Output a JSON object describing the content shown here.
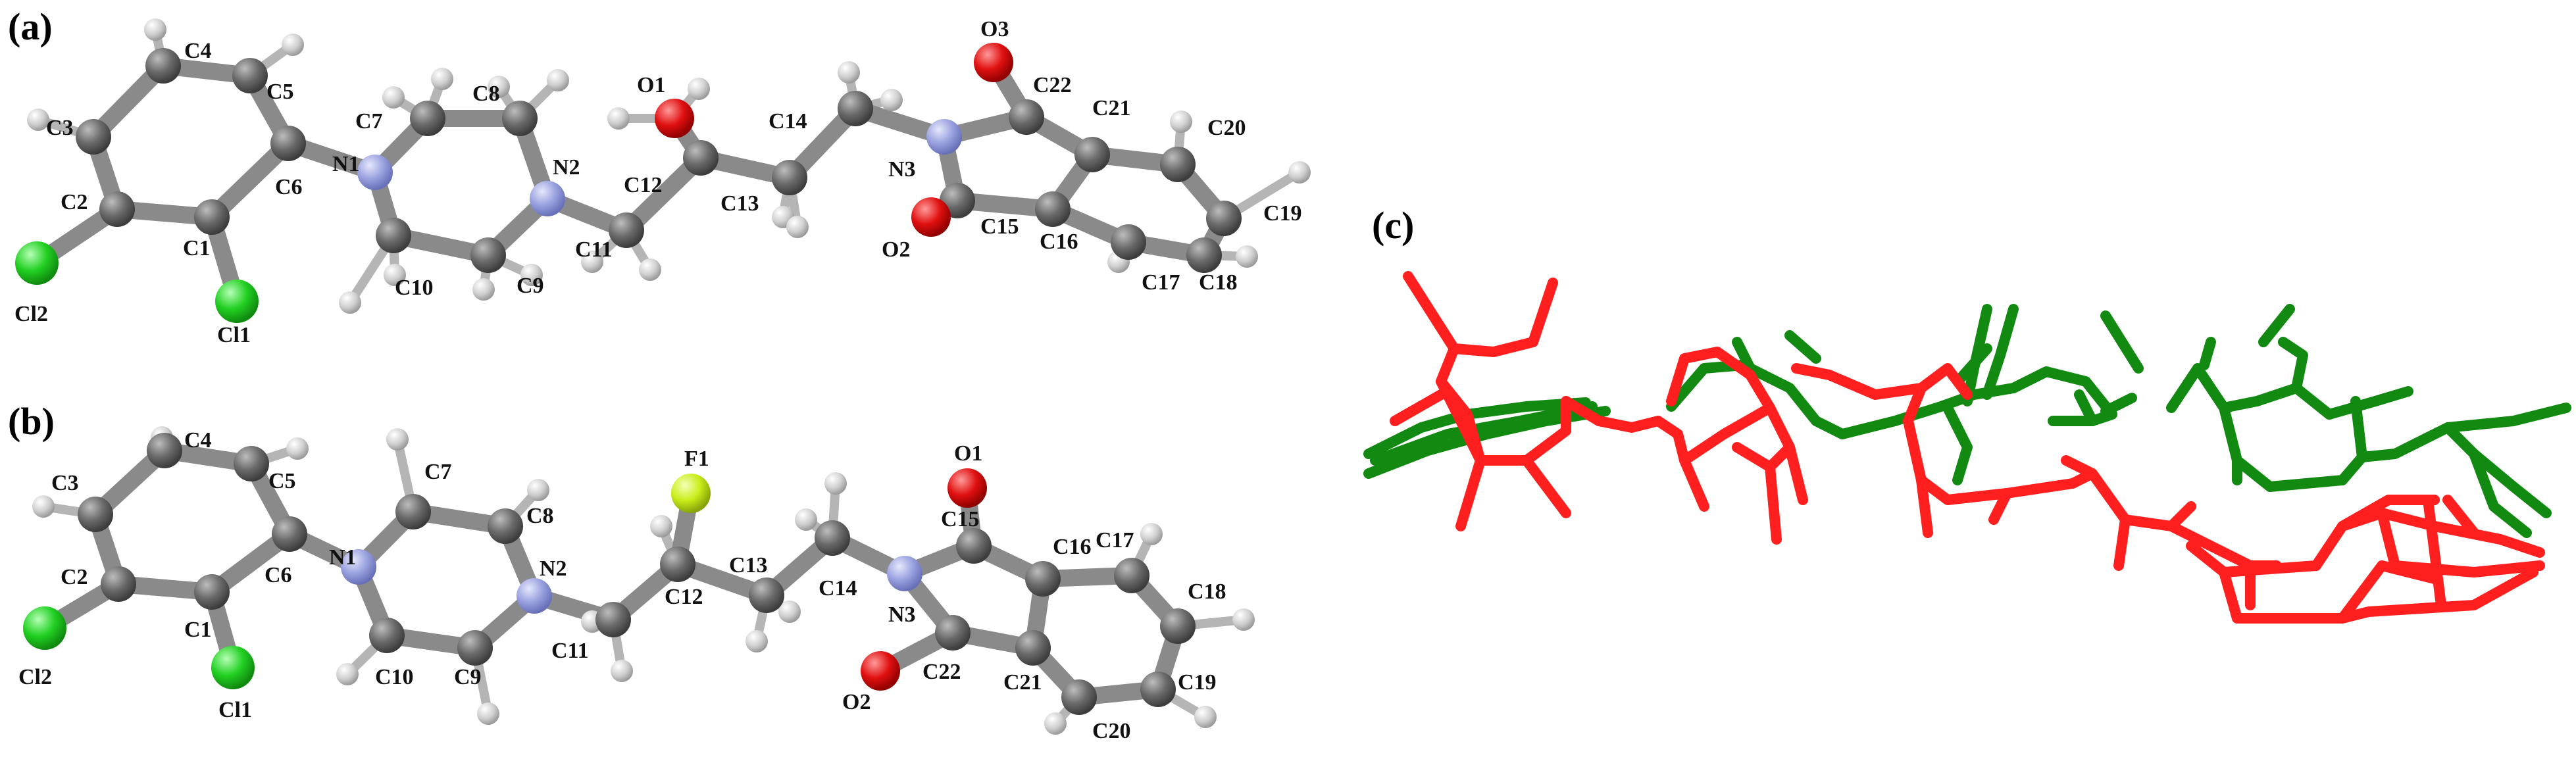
{
  "panels": {
    "a": {
      "letter": "(a)",
      "atoms": [
        {
          "id": "C1",
          "label": "C1",
          "el": "C"
        },
        {
          "id": "C2",
          "label": "C2",
          "el": "C"
        },
        {
          "id": "C3",
          "label": "C3",
          "el": "C"
        },
        {
          "id": "C4",
          "label": "C4",
          "el": "C"
        },
        {
          "id": "C5",
          "label": "C5",
          "el": "C"
        },
        {
          "id": "C6",
          "label": "C6",
          "el": "C"
        },
        {
          "id": "Cl1",
          "label": "Cl1",
          "el": "Cl"
        },
        {
          "id": "Cl2",
          "label": "Cl2",
          "el": "Cl"
        },
        {
          "id": "N1",
          "label": "N1",
          "el": "N"
        },
        {
          "id": "C7",
          "label": "C7",
          "el": "C"
        },
        {
          "id": "C8",
          "label": "C8",
          "el": "C"
        },
        {
          "id": "N2",
          "label": "N2",
          "el": "N"
        },
        {
          "id": "C9",
          "label": "C9",
          "el": "C"
        },
        {
          "id": "C10",
          "label": "C10",
          "el": "C"
        },
        {
          "id": "C11",
          "label": "C11",
          "el": "C"
        },
        {
          "id": "C12",
          "label": "C12",
          "el": "C"
        },
        {
          "id": "O1",
          "label": "O1",
          "el": "O"
        },
        {
          "id": "C13",
          "label": "C13",
          "el": "C"
        },
        {
          "id": "C14",
          "label": "C14",
          "el": "C"
        },
        {
          "id": "N3",
          "label": "N3",
          "el": "N"
        },
        {
          "id": "C22",
          "label": "C22",
          "el": "C"
        },
        {
          "id": "O3",
          "label": "O3",
          "el": "O"
        },
        {
          "id": "C15",
          "label": "C15",
          "el": "C"
        },
        {
          "id": "O2",
          "label": "O2",
          "el": "O"
        },
        {
          "id": "C21",
          "label": "C21",
          "el": "C"
        },
        {
          "id": "C16",
          "label": "C16",
          "el": "C"
        },
        {
          "id": "C20",
          "label": "C20",
          "el": "C"
        },
        {
          "id": "C19",
          "label": "C19",
          "el": "C"
        },
        {
          "id": "C18",
          "label": "C18",
          "el": "C"
        },
        {
          "id": "C17",
          "label": "C17",
          "el": "C"
        }
      ]
    },
    "b": {
      "letter": "(b)",
      "atoms": [
        {
          "id": "C1",
          "label": "C1",
          "el": "C"
        },
        {
          "id": "C2",
          "label": "C2",
          "el": "C"
        },
        {
          "id": "C3",
          "label": "C3",
          "el": "C"
        },
        {
          "id": "C4",
          "label": "C4",
          "el": "C"
        },
        {
          "id": "C5",
          "label": "C5",
          "el": "C"
        },
        {
          "id": "C6",
          "label": "C6",
          "el": "C"
        },
        {
          "id": "Cl1",
          "label": "Cl1",
          "el": "Cl"
        },
        {
          "id": "Cl2",
          "label": "Cl2",
          "el": "Cl"
        },
        {
          "id": "N1",
          "label": "N1",
          "el": "N"
        },
        {
          "id": "C7",
          "label": "C7",
          "el": "C"
        },
        {
          "id": "C8",
          "label": "C8",
          "el": "C"
        },
        {
          "id": "N2",
          "label": "N2",
          "el": "N"
        },
        {
          "id": "C9",
          "label": "C9",
          "el": "C"
        },
        {
          "id": "C10",
          "label": "C10",
          "el": "C"
        },
        {
          "id": "C11",
          "label": "C11",
          "el": "C"
        },
        {
          "id": "C12",
          "label": "C12",
          "el": "C"
        },
        {
          "id": "F1",
          "label": "F1",
          "el": "F"
        },
        {
          "id": "C13",
          "label": "C13",
          "el": "C"
        },
        {
          "id": "C14",
          "label": "C14",
          "el": "C"
        },
        {
          "id": "N3",
          "label": "N3",
          "el": "N"
        },
        {
          "id": "C15",
          "label": "C15",
          "el": "C"
        },
        {
          "id": "O1",
          "label": "O1",
          "el": "O"
        },
        {
          "id": "C22",
          "label": "C22",
          "el": "C"
        },
        {
          "id": "O2",
          "label": "O2",
          "el": "O"
        },
        {
          "id": "C16",
          "label": "C16",
          "el": "C"
        },
        {
          "id": "C21",
          "label": "C21",
          "el": "C"
        },
        {
          "id": "C17",
          "label": "C17",
          "el": "C"
        },
        {
          "id": "C18",
          "label": "C18",
          "el": "C"
        },
        {
          "id": "C19",
          "label": "C19",
          "el": "C"
        },
        {
          "id": "C20",
          "label": "C20",
          "el": "C"
        }
      ]
    },
    "c": {
      "letter": "(c)"
    }
  },
  "element_colors": {
    "C": "#6e6e6e",
    "H": "#d2d2d2",
    "N": "#9fa6e2",
    "O": "#e01010",
    "Cl": "#22d022",
    "F": "#c8ee1a"
  },
  "overlay_colors": {
    "red": "#ff1f1f",
    "green": "#128a12"
  }
}
